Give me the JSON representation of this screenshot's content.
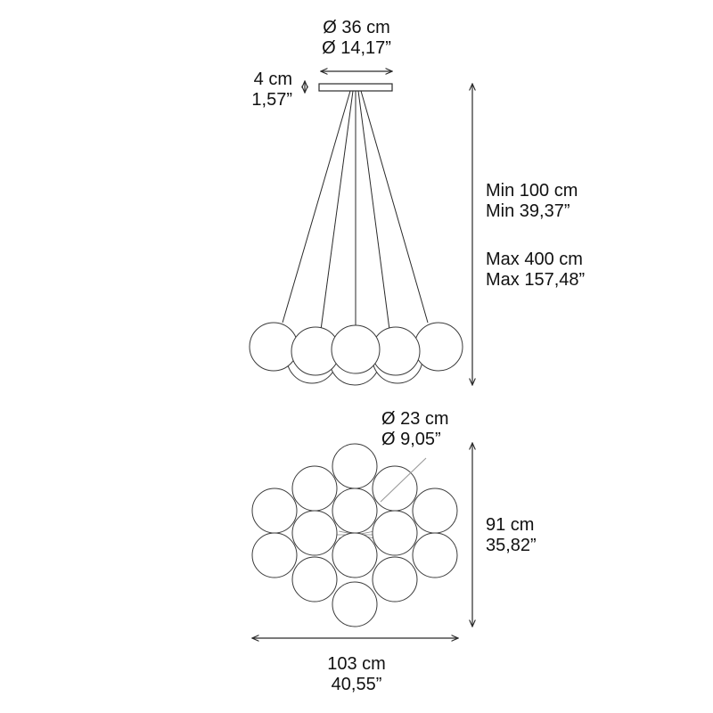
{
  "canopy": {
    "diameter_cm": "Ø 36 cm",
    "diameter_in": "Ø 14,17”"
  },
  "canopy_height": {
    "cm": "4 cm",
    "in": "1,57”"
  },
  "drop_min": {
    "cm": "Min 100 cm",
    "in": "Min 39,37”"
  },
  "drop_max": {
    "cm": "Max 400 cm",
    "in": "Max 157,48”"
  },
  "globe": {
    "diameter_cm": "Ø 23 cm",
    "diameter_in": "Ø 9,05”"
  },
  "cluster_depth": {
    "cm": "91 cm",
    "in": "35,82”"
  },
  "cluster_width": {
    "cm": "103 cm",
    "in": "40,55”"
  },
  "colors": {
    "line": "#2a2a2a",
    "globe_stroke": "#3a3a3a",
    "globe_fill": "#ffffff",
    "leader": "#9a9a9a"
  }
}
